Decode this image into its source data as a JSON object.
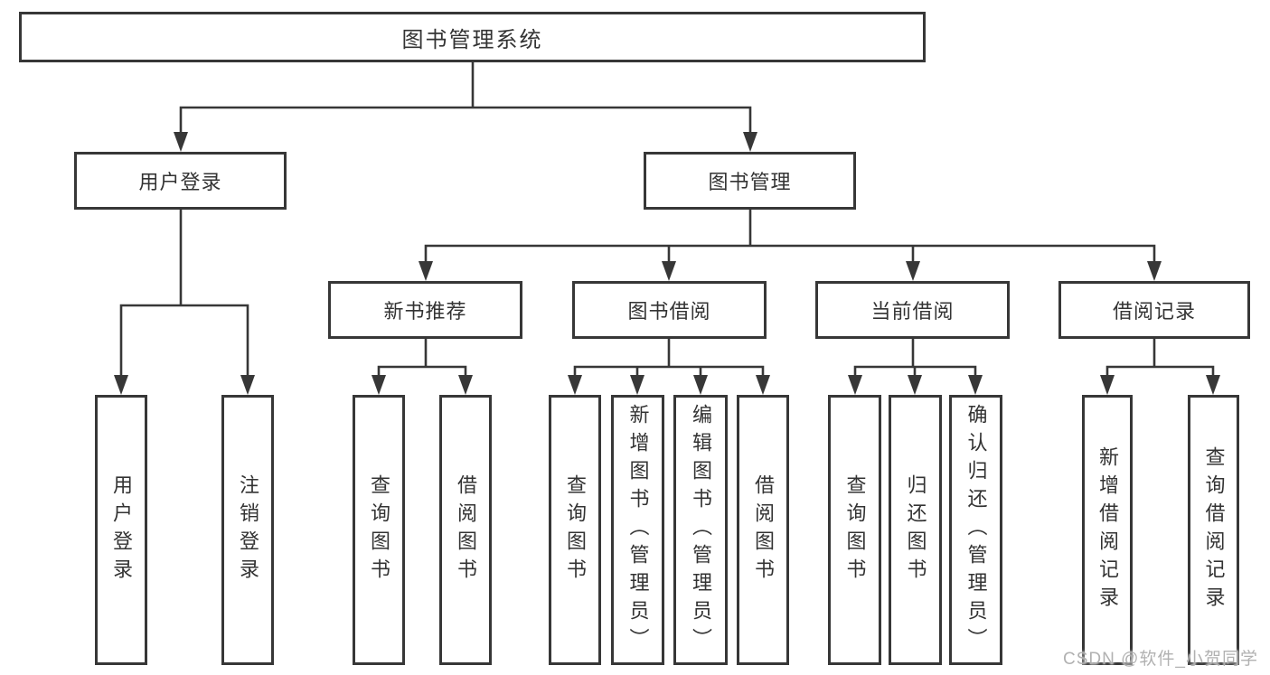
{
  "nodes": {
    "root": {
      "label": "图书管理系统"
    },
    "user_login": {
      "label": "用户登录"
    },
    "book_mgmt": {
      "label": "图书管理"
    },
    "new_book_rec": {
      "label": "新书推荐"
    },
    "book_borrow": {
      "label": "图书借阅"
    },
    "current_borrow": {
      "label": "当前借阅"
    },
    "borrow_records": {
      "label": "借阅记录"
    },
    "leaf_user_login": {
      "label": "用户登录"
    },
    "leaf_logout": {
      "label": "注销登录"
    },
    "leaf_query_book_rec": {
      "label": "查询图书"
    },
    "leaf_borrow_book_rec": {
      "label": "借阅图书"
    },
    "leaf_query_book_borrow": {
      "label": "查询图书"
    },
    "leaf_add_book": {
      "label": "新增图书（管理员）"
    },
    "leaf_edit_book": {
      "label": "编辑图书（管理员）"
    },
    "leaf_borrow_book": {
      "label": "借阅图书"
    },
    "leaf_query_book_current": {
      "label": "查询图书"
    },
    "leaf_return_book": {
      "label": "归还图书"
    },
    "leaf_confirm_return": {
      "label": "确认归还（管理员）"
    },
    "leaf_add_borrow_record": {
      "label": "新增借阅记录"
    },
    "leaf_query_borrow_record": {
      "label": "查询借阅记录"
    }
  },
  "hierarchy": {
    "图书管理系统": {
      "用户登录": [
        "用户登录",
        "注销登录"
      ],
      "图书管理": {
        "新书推荐": [
          "查询图书",
          "借阅图书"
        ],
        "图书借阅": [
          "查询图书",
          "新增图书（管理员）",
          "编辑图书（管理员）",
          "借阅图书"
        ],
        "当前借阅": [
          "查询图书",
          "归还图书",
          "确认归还（管理员）"
        ],
        "借阅记录": [
          "新增借阅记录",
          "查询借阅记录"
        ]
      }
    }
  },
  "watermark": {
    "text": "CSDN @软件_小贺同学"
  },
  "colors": {
    "line": "#373737",
    "text": "#333333",
    "background": "#ffffff",
    "watermark": "#adadad"
  }
}
